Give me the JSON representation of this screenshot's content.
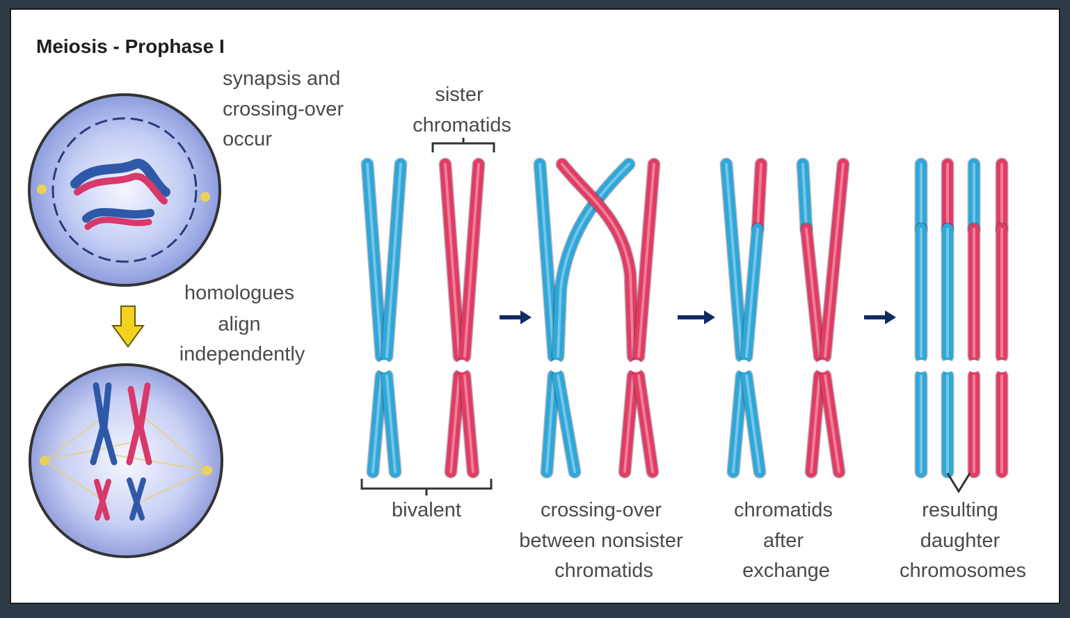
{
  "title": "Meiosis - Prophase I",
  "labels": {
    "synapsis": [
      "synapsis and",
      "crossing-over",
      "occur"
    ],
    "homologues": [
      "homologues",
      "align",
      "independently"
    ],
    "sister": [
      "sister",
      "chromatids"
    ],
    "bivalent": "bivalent",
    "crossing": [
      "crossing-over",
      "between nonsister",
      "chromatids"
    ],
    "after": [
      "chromatids",
      "after",
      "exchange"
    ],
    "resulting": [
      "resulting",
      "daughter",
      "chromosomes"
    ]
  },
  "colors": {
    "blue": "#2ea7d9",
    "red": "#e23c63",
    "arrow": "#122a63",
    "yellow_arrow": "#f1d21f",
    "cell_fill": "#a9b6ee"
  }
}
